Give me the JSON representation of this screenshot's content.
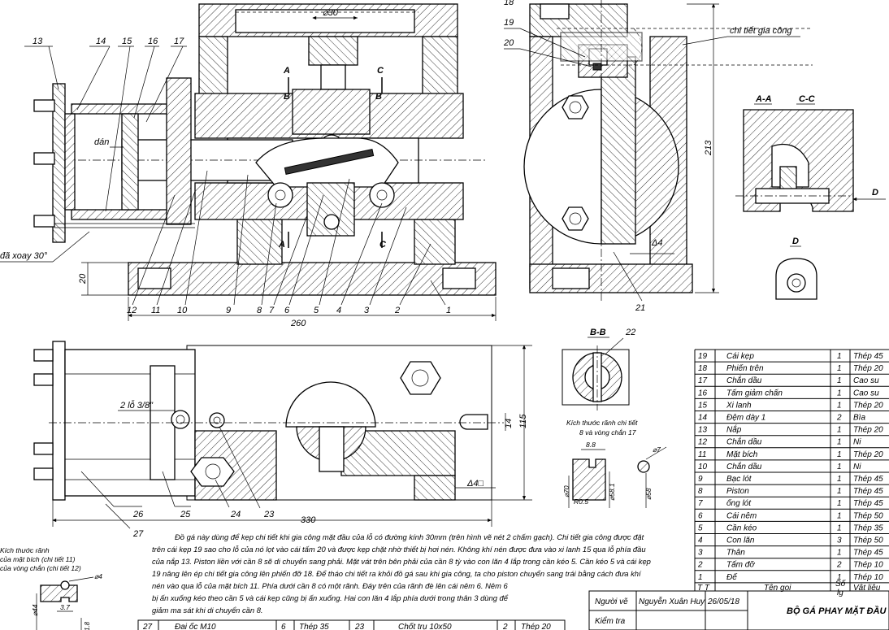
{
  "front_view": {
    "dims": {
      "d30": "⌀30",
      "len260": "260",
      "h20": "20"
    },
    "top_callouts": [
      "13",
      "14",
      "15",
      "16",
      "17"
    ],
    "bottom_callouts": [
      "12",
      "11",
      "10",
      "9",
      "8",
      "7",
      "6",
      "5",
      "4",
      "3",
      "2",
      "1"
    ],
    "section_marks": {
      "a": "A",
      "b": "B",
      "c": "C"
    },
    "label_dan": "dán",
    "label_rotate": "đã xoay 30°"
  },
  "side_view": {
    "callouts": [
      "18",
      "19",
      "20",
      "21"
    ],
    "label_workpiece": "chi tiết gia công",
    "dim_213": "213",
    "delta4": "Δ4"
  },
  "sections": {
    "aa": "A-A",
    "cc": "C-C",
    "d_arrow": "D",
    "d_view": "D",
    "bb": "B-B",
    "bb_callout": "22"
  },
  "top_view": {
    "callouts": [
      "26",
      "25",
      "24",
      "23",
      "27"
    ],
    "holes_label": "2 lỗ 3/8\"",
    "dim_115": "115",
    "dim_14": "14",
    "dim_330": "330",
    "delta4_sq": "Δ4□"
  },
  "groove_detail": {
    "title1": "Kích thước rãnh chi tiết",
    "title2": "8 và vòng chắn 17",
    "d88": "8.8",
    "d7": "⌀7",
    "d70": "⌀70",
    "r05": "R0.5",
    "d581": "⌀58.1",
    "d58": "⌀58"
  },
  "flange_detail": {
    "title1": "Kích thước rãnh",
    "title2": "của mặt bích (chi tiết 11)",
    "title3": "của vòng chắn (chi tiết 12)",
    "d4": "⌀4",
    "d37": "3.7",
    "d44": "⌀44",
    "d18": "1.8"
  },
  "parts_list": {
    "rows": [
      {
        "no": "19",
        "name": "Cái kẹp",
        "qty": "1",
        "mat": "Thép 45"
      },
      {
        "no": "18",
        "name": "Phiến trên",
        "qty": "1",
        "mat": "Thép 20"
      },
      {
        "no": "17",
        "name": "Chắn dầu",
        "qty": "1",
        "mat": "Cao su"
      },
      {
        "no": "16",
        "name": "Tấm giảm chấn",
        "qty": "1",
        "mat": "Cao su"
      },
      {
        "no": "15",
        "name": "Xi lanh",
        "qty": "1",
        "mat": "Thép 20"
      },
      {
        "no": "14",
        "name": "Đệm dày 1",
        "qty": "2",
        "mat": "Bìa"
      },
      {
        "no": "13",
        "name": "Nắp",
        "qty": "1",
        "mat": "Thép 20"
      },
      {
        "no": "12",
        "name": "Chắn dầu",
        "qty": "1",
        "mat": "Ni"
      },
      {
        "no": "11",
        "name": "Mặt bích",
        "qty": "1",
        "mat": "Thép 20"
      },
      {
        "no": "10",
        "name": "Chắn dầu",
        "qty": "1",
        "mat": "Ni"
      },
      {
        "no": "9",
        "name": "Bạc lót",
        "qty": "1",
        "mat": "Thép 45"
      },
      {
        "no": "8",
        "name": "Piston",
        "qty": "1",
        "mat": "Thép 45"
      },
      {
        "no": "7",
        "name": "ống lót",
        "qty": "1",
        "mat": "Thép 45"
      },
      {
        "no": "6",
        "name": "Cái nêm",
        "qty": "1",
        "mat": "Thép 50"
      },
      {
        "no": "5",
        "name": "Cần kéo",
        "qty": "1",
        "mat": "Thép 35"
      },
      {
        "no": "4",
        "name": "Con lăn",
        "qty": "3",
        "mat": "Thép 50"
      },
      {
        "no": "3",
        "name": "Thân",
        "qty": "1",
        "mat": "Thép 45"
      },
      {
        "no": "2",
        "name": "Tấm đỡ",
        "qty": "2",
        "mat": "Thép 10"
      },
      {
        "no": "1",
        "name": "Đế",
        "qty": "1",
        "mat": "Thép 10"
      }
    ],
    "header": {
      "no": "T T",
      "name": "Tên gọi",
      "qty1": "Số",
      "qty2": "lg",
      "mat": "Vật liệu"
    },
    "bottom_rows": [
      {
        "no": "27",
        "name": "Đai ốc M10",
        "qty": "6",
        "mat": "Thép 35"
      },
      {
        "no": "23",
        "name": "Chốt trụ 10x50",
        "qty": "2",
        "mat": "Thép 20"
      }
    ]
  },
  "title_block": {
    "drawn_label": "Người vẽ",
    "drawn_name": "Nguyễn Xuân Huy",
    "date": "26/05/18",
    "check_label": "Kiểm tra",
    "title": "BỘ GÁ PHAY MẶT ĐẦU"
  },
  "description": {
    "lines": [
      "Đồ gá này dùng để kẹp chi tiết khi gia công mặt đầu của lỗ có đường kính 30mm (trên hình vẽ nét 2 chấm gạch). Chi tiết gia công được đặt",
      "trên cái kẹp 19 sao cho lỗ của nó lọt vào cái tấm 20 và được kẹp chặt nhờ thiết bị hơi nén. Không khí nén được đưa vào xi lanh 15 qua lỗ phía đầu",
      "của nắp 13. Piston liền với cần 8 sẽ di chuyển sang phải. Mặt vát trên bên phải của cần 8 tỳ vào con lăn 4 lắp trong cần kéo 5. Cần kéo 5 và cái kẹp",
      "19 nâng lên ép chi tiết gia công lên phiến đỡ 18. Để tháo chi tiết ra khỏi đồ gá sau khi gia công, ta cho piston chuyển sang trái bằng cách đưa khí",
      "nén vào qua lỗ của mặt bích 11. Phía dưới cần 8 có một rãnh. Đáy trên của rãnh đè lên cái nêm 6. Nêm 6",
      "bị ấn xuống kéo theo cần 5 và cái kẹp cũng bị ấn xuống. Hai con lăn 4 lắp phía dưới trong thân 3 dùng để",
      "giảm ma sát khi di chuyển cần 8."
    ]
  }
}
